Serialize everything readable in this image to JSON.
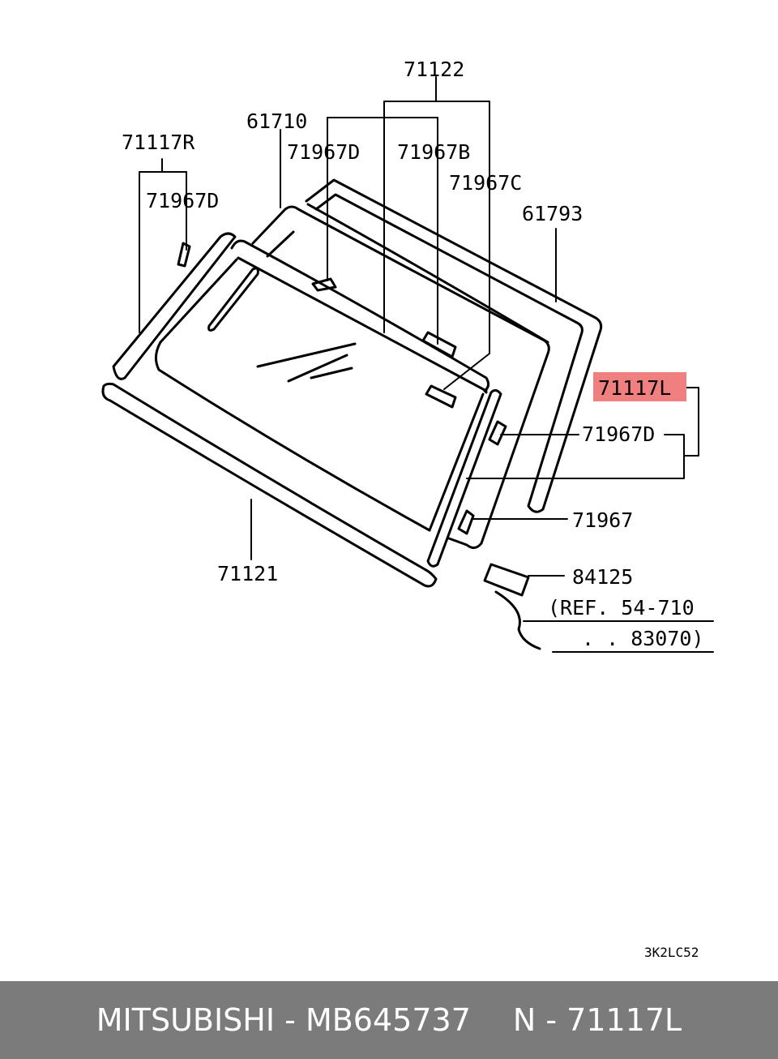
{
  "diagram": {
    "callouts": {
      "p71122": "71122",
      "p61710": "61710",
      "p71117R": "71117R",
      "p71967D_center": "71967D",
      "p71967B": "71967B",
      "p71967D_left": "71967D",
      "p71967C": "71967C",
      "p61793": "61793",
      "p71117L": "71117L",
      "p71967D_right": "71967D",
      "p71967": "71967",
      "p71121": "71121",
      "p84125": "84125",
      "ref_line1": "(REF. 54-710",
      "ref_line2": ". . 83070)"
    },
    "highlight_color": "#f08080",
    "diagram_code": "3K2LC52"
  },
  "footer": {
    "brand_part": "MITSUBISHI - MB645737",
    "ref": "N - 71117L"
  }
}
